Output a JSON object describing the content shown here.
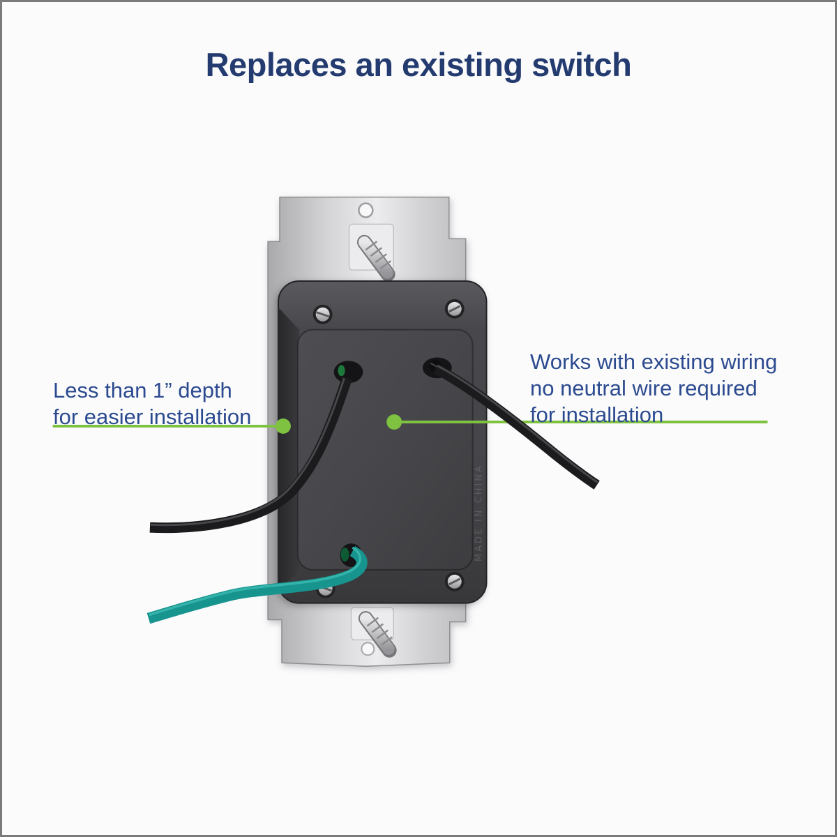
{
  "title": {
    "text": "Replaces an existing switch"
  },
  "callouts": {
    "left": {
      "line1": "Less than 1” depth",
      "line2": "for easier installation"
    },
    "right": {
      "line1": "Works with existing wiring",
      "line2": "no neutral wire required",
      "line3": "for installation"
    }
  },
  "device": {
    "made_in_label": "MADE IN CHINA"
  },
  "colors": {
    "accent-green": "#7fc241",
    "heading-blue": "#233b6f",
    "body-blue": "#2b4a8f",
    "wire-teal": "#17948e",
    "frame-border": "#7b7b7b",
    "frame-bg": "#fbfbfc"
  }
}
